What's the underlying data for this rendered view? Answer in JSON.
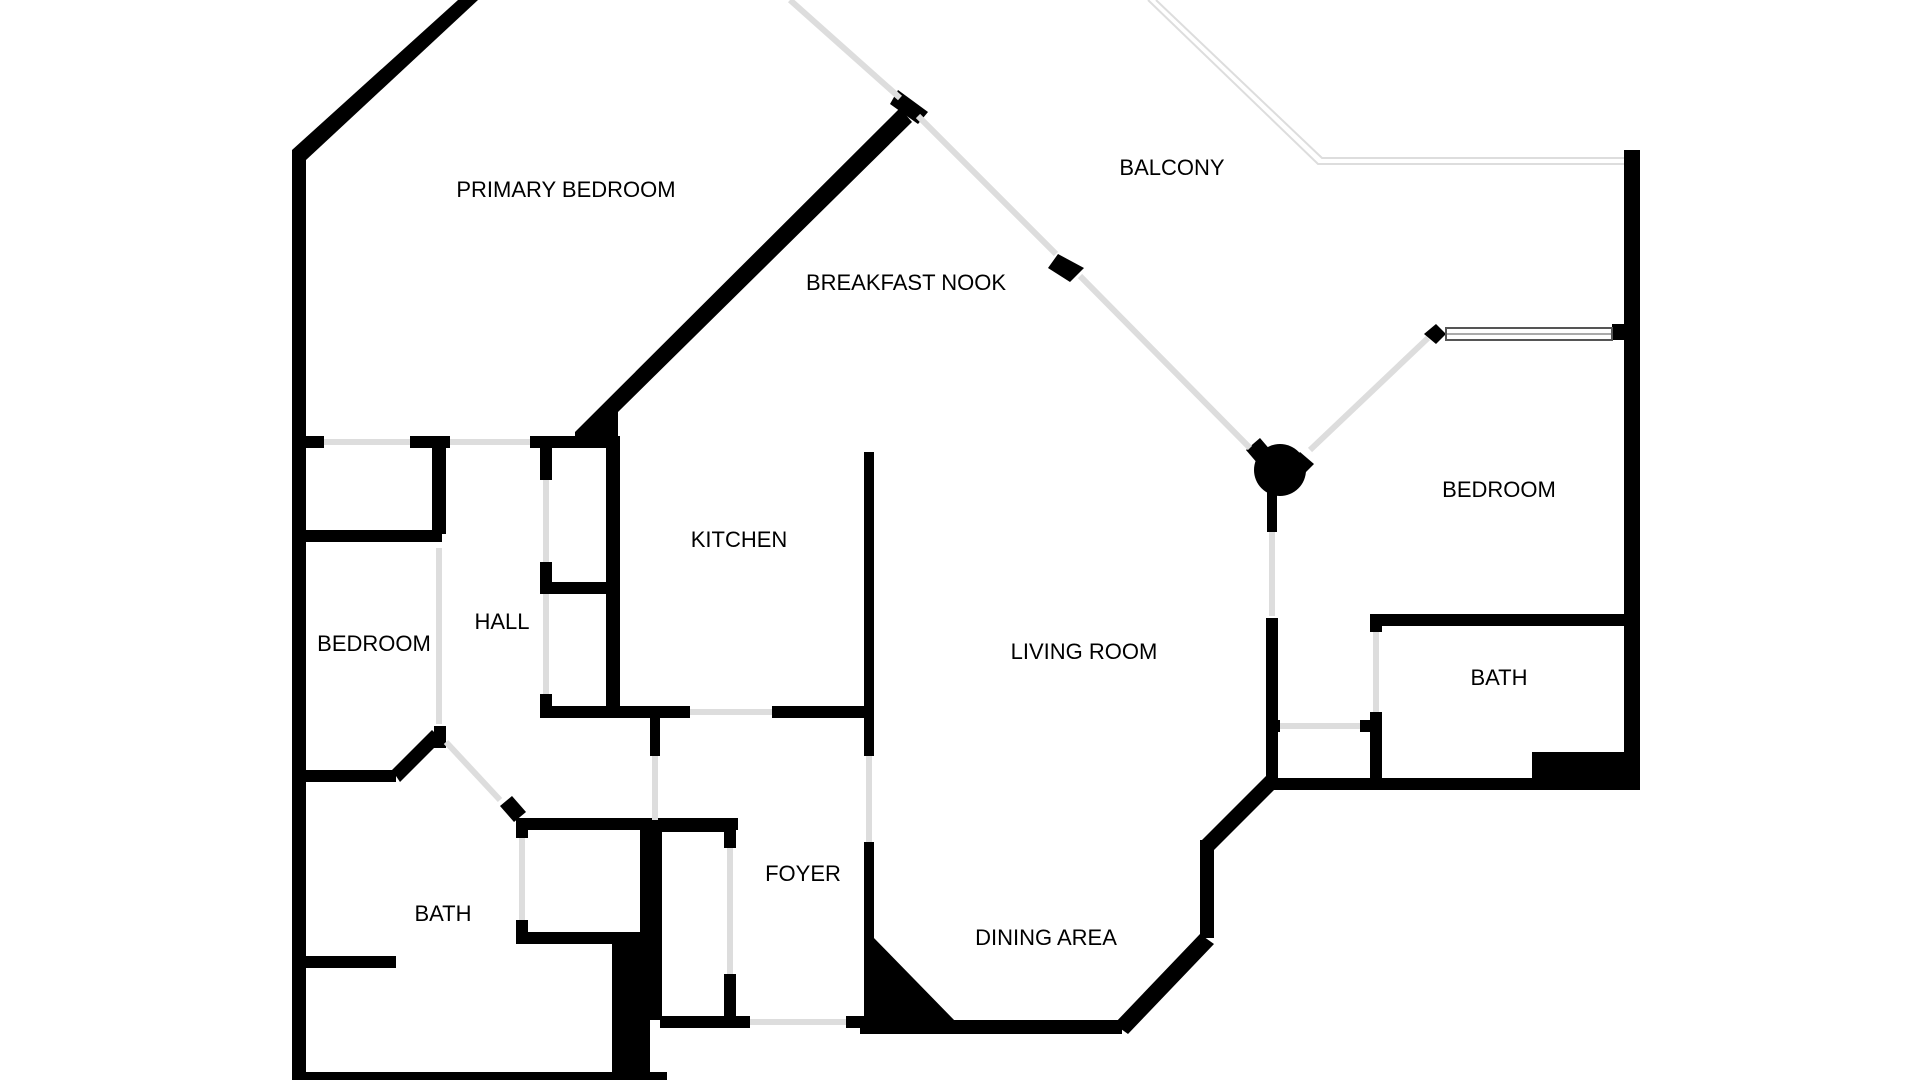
{
  "colors": {
    "wall": "#000000",
    "background": "#ffffff",
    "window": "#dddddd"
  },
  "rooms": {
    "primary_bedroom": "PRIMARY BEDROOM",
    "breakfast_nook": "BREAKFAST NOOK",
    "balcony": "BALCONY",
    "bedroom_right": "BEDROOM",
    "kitchen": "KITCHEN",
    "hall": "HALL",
    "bedroom_left": "BEDROOM",
    "living_room": "LIVING ROOM",
    "bath_right": "BATH",
    "foyer": "FOYER",
    "bath_left": "BATH",
    "dining_area": "DINING AREA"
  }
}
